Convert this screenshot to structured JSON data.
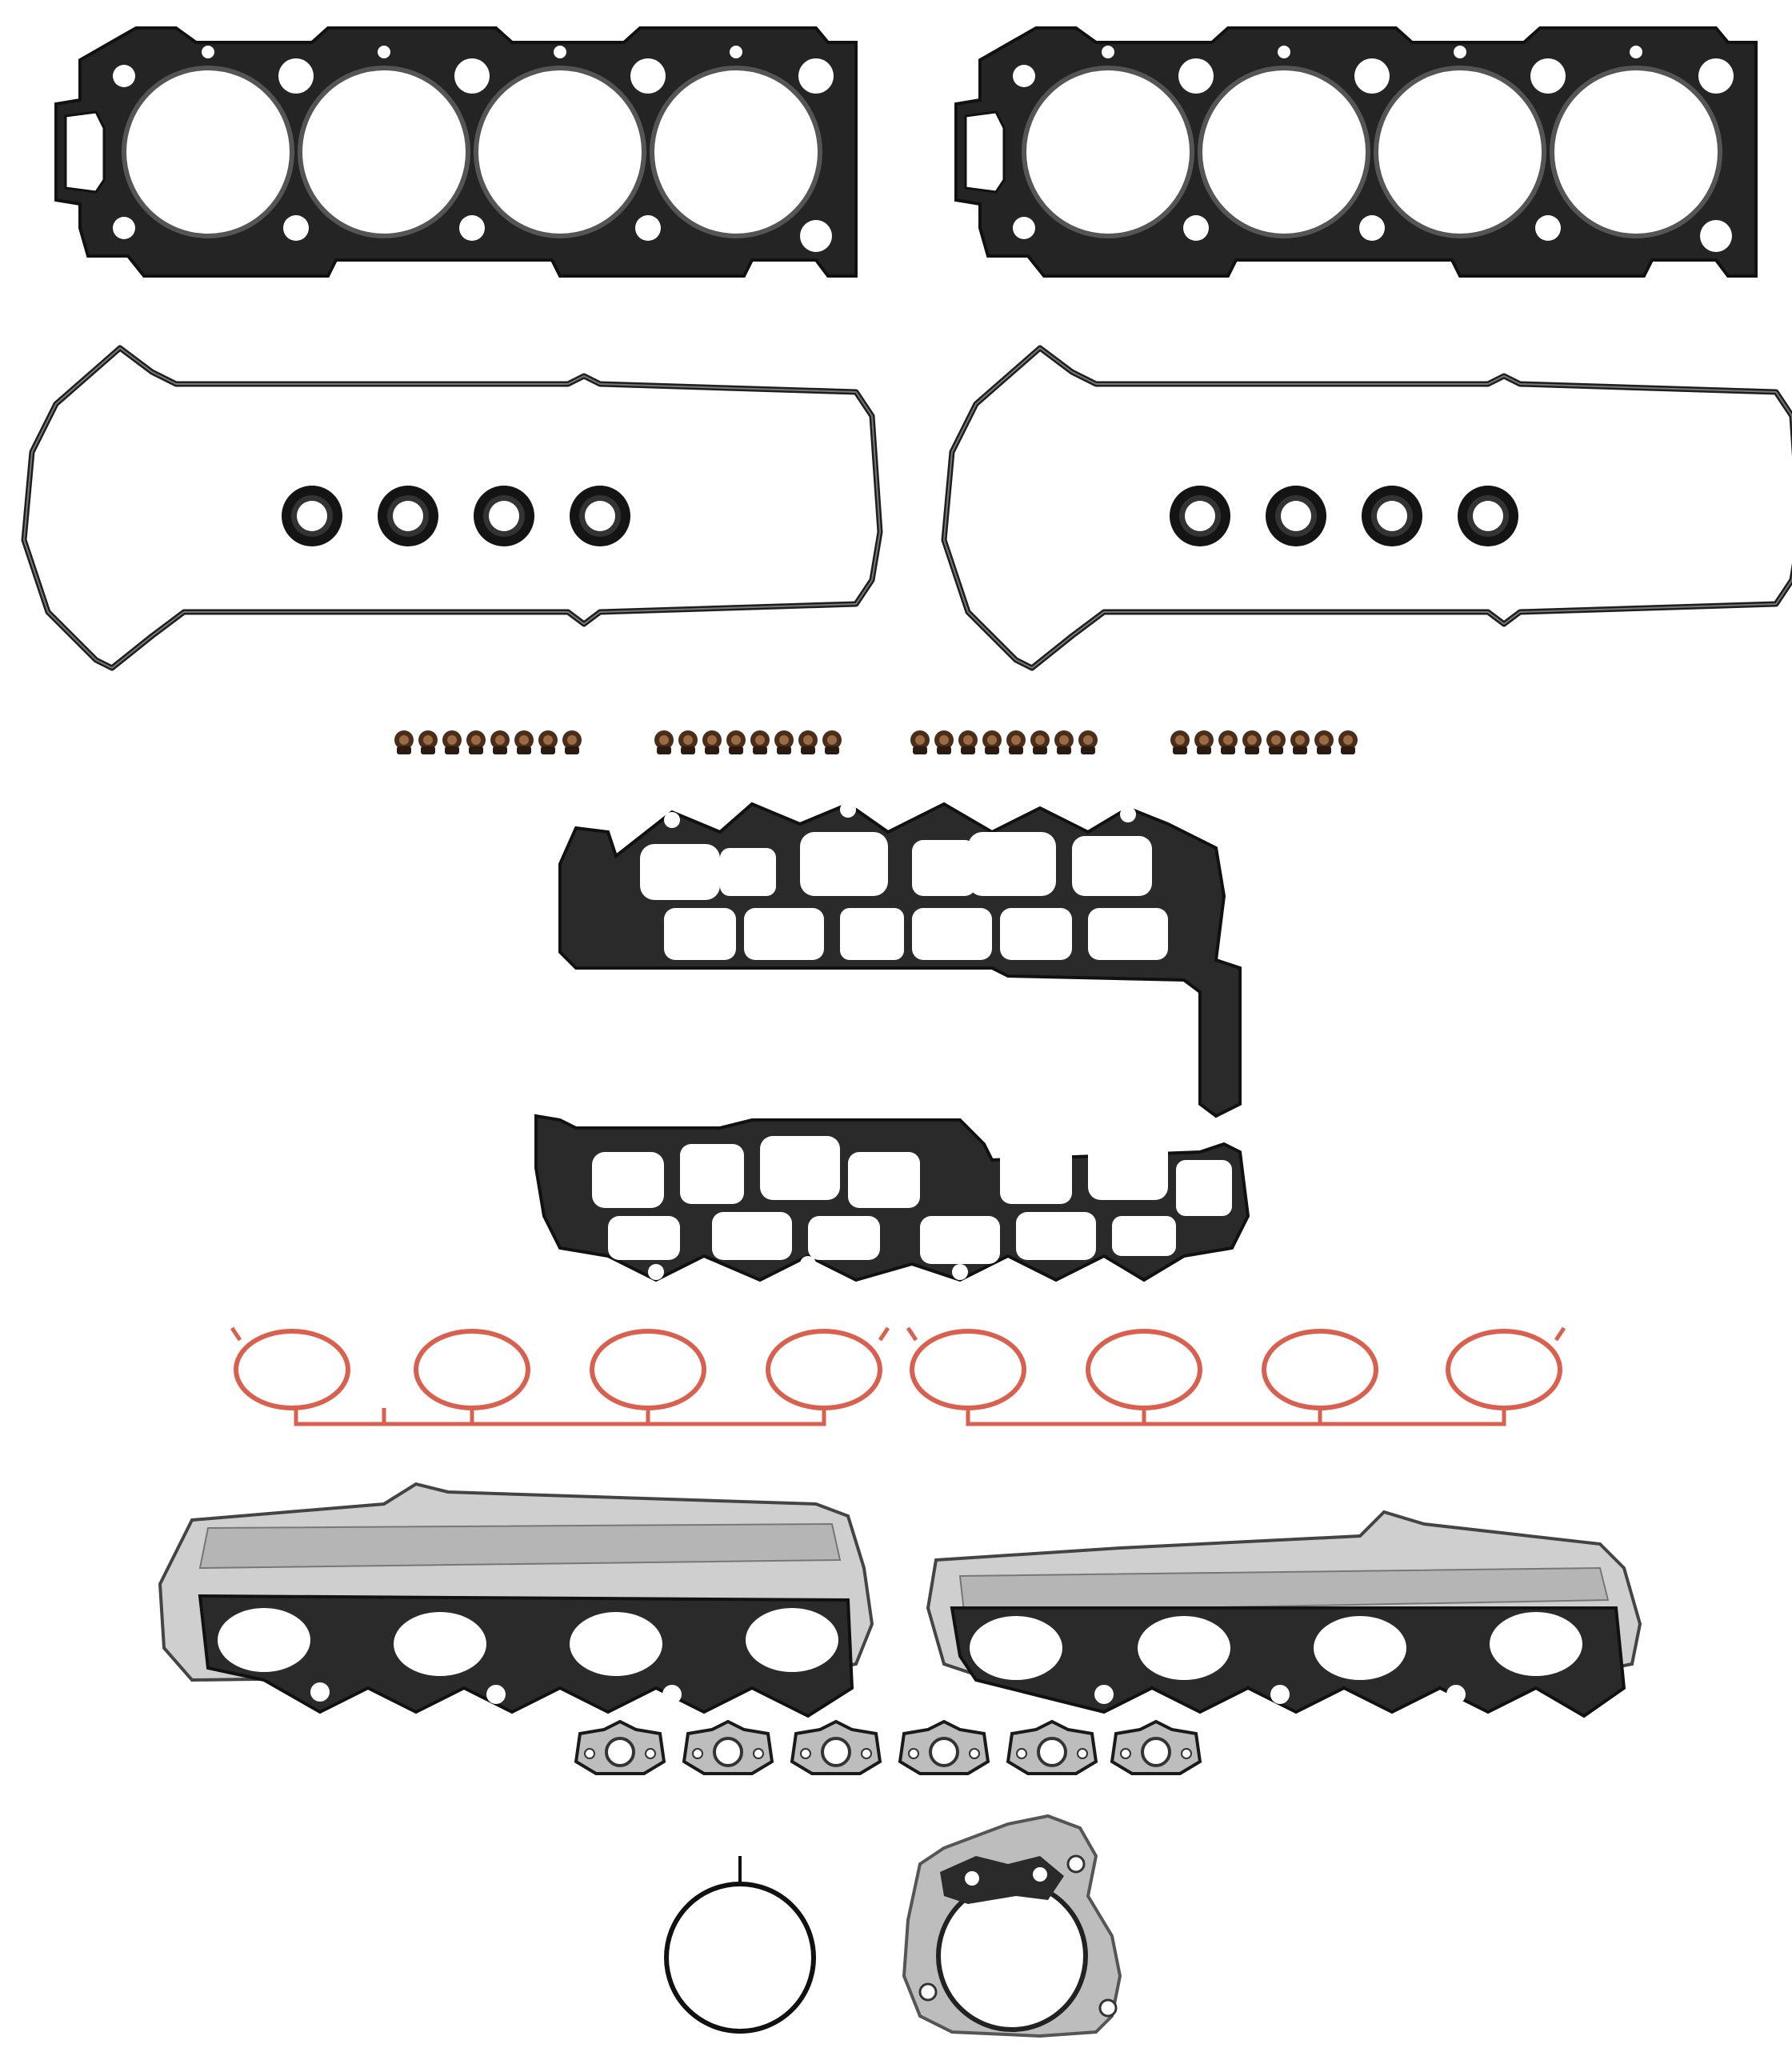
{
  "colors": {
    "background": "#ffffff",
    "gasket_dark": "#1b1b1b",
    "gasket_fill": "#2a2a2a",
    "rubber_black": "#111111",
    "seal_brown": "#5a3a22",
    "silicone_red": "#d9604f",
    "steel_gray": "#9a9a9a",
    "steel_light": "#cfcfcf"
  },
  "parts": {
    "head_gaskets": 2,
    "valve_cover_gaskets": 2,
    "spark_tube_seals": 8,
    "valve_stem_seals": 32,
    "intake_plenum_gaskets": 2,
    "intake_runner_gaskets": 2,
    "exhaust_manifold_gaskets": 2,
    "egr_gaskets": 6,
    "throttle_body_oring": 1,
    "throttle_body_gasket": 1
  }
}
